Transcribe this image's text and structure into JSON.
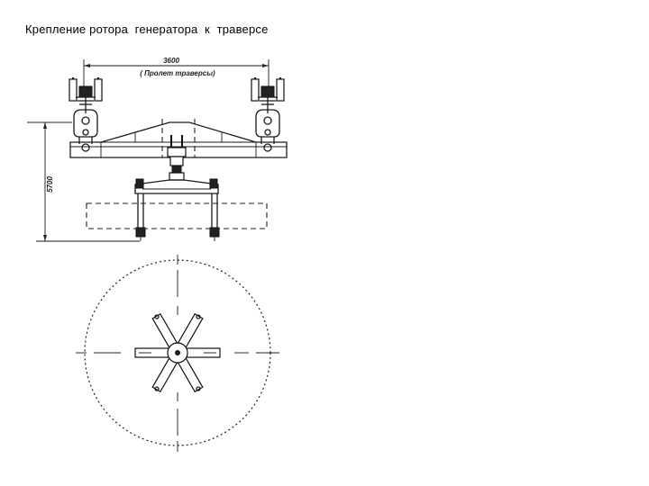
{
  "title": "Крепление ротора  генератора  к  траверсе",
  "dimensions": {
    "span_value": "3600",
    "span_note": "( Пролет  траверсы)",
    "height_value": "5700"
  }
}
